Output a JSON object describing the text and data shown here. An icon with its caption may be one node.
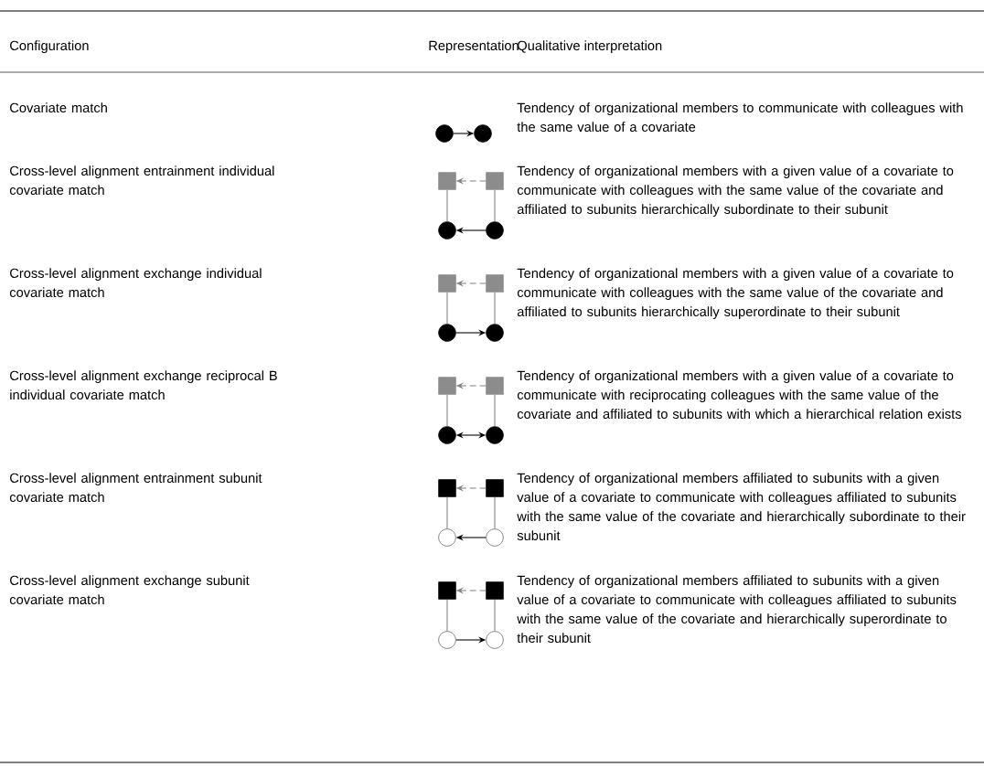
{
  "diagram": {
    "nodes": [
      {
        "text": [],
        "shape": "circle"
      },
      {
        "text": [],
        "shape": "circle"
      },
      {
        "text": [],
        "shape": "box"
      },
      {
        "text": [],
        "shape": "box"
      },
      {
        "text": [],
        "shape": "circle"
      },
      {
        "text": [],
        "shape": "circle"
      },
      {
        "text": [],
        "shape": "box"
      },
      {
        "text": [],
        "shape": "box"
      },
      {
        "text": [],
        "shape": "circle"
      },
      {
        "text": [],
        "shape": "circle"
      },
      {
        "text": [],
        "shape": "box"
      },
      {
        "text": [],
        "shape": "box"
      },
      {
        "text": [],
        "shape": "circle"
      },
      {
        "text": [],
        "shape": "circle"
      },
      {
        "text": [],
        "shape": "box"
      },
      {
        "text": [],
        "shape": "box"
      },
      {
        "text": [],
        "shape": "circle"
      },
      {
        "text": [],
        "shape": "circle"
      },
      {
        "text": [],
        "shape": "box"
      },
      {
        "text": [],
        "shape": "box"
      },
      {
        "text": [],
        "shape": "circle"
      },
      {
        "text": [],
        "shape": "circle"
      }
    ],
    "edges": [
      {
        "from": 0,
        "to": 1,
        "arrow": "to",
        "color": "#000000"
      },
      {
        "from": 3,
        "to": 2,
        "arrow": "to",
        "style": "dashed"
      },
      {
        "from": 2,
        "to": 4,
        "arrow": "none"
      },
      {
        "from": 3,
        "to": 5,
        "arrow": "none"
      },
      {
        "from": 5,
        "to": 4,
        "arrow": "to",
        "color": "#000000"
      },
      {
        "from": 7,
        "to": 6,
        "arrow": "to",
        "style": "dashed"
      },
      {
        "from": 6,
        "to": 8,
        "arrow": "none"
      },
      {
        "from": 7,
        "to": 9,
        "arrow": "none"
      },
      {
        "from": 8,
        "to": 9,
        "arrow": "to",
        "color": "#000000"
      },
      {
        "from": 11,
        "to": 10,
        "arrow": "to",
        "style": "dashed"
      },
      {
        "from": 10,
        "to": 12,
        "arrow": "none"
      },
      {
        "from": 11,
        "to": 13,
        "arrow": "none"
      },
      {
        "from": 12,
        "to": 13,
        "arrow": "both",
        "color": "#000000"
      },
      {
        "from": 15,
        "to": 14,
        "arrow": "to",
        "style": "dashed"
      },
      {
        "from": 14,
        "to": 16,
        "arrow": "none"
      },
      {
        "from": 15,
        "to": 17,
        "arrow": "none"
      },
      {
        "from": 17,
        "to": 16,
        "arrow": "to",
        "color": "#000000"
      },
      {
        "from": 19,
        "to": 18,
        "arrow": "to",
        "style": "dashed"
      },
      {
        "from": 18,
        "to": 20,
        "arrow": "none"
      },
      {
        "from": 19,
        "to": 21,
        "arrow": "none"
      },
      {
        "from": 20,
        "to": 21,
        "arrow": "to",
        "color": "#000000"
      }
    ],
    "labels": [
      "Configuration",
      "Representation",
      "Qualitative interpretation",
      "Covariate match",
      "Tendency of organizational members to communicate with colleagues with the same value of a covariate",
      "Cross-level alignment entrainment individual covariate match",
      "Tendency of organizational members with a given value of a covariate to communicate with colleagues with the same value of the covariate and affiliated to subunits hierarchically subordinate to their subunit",
      "Cross-level alignment exchange individual covariate match",
      "Tendency of organizational members with a given value of a covariate to communicate with colleagues with the same value of the covariate and affiliated to subunits hierarchically superordinate to their subunit",
      "Cross-level alignment exchange reciprocal B individual covariate match",
      "Tendency of organizational members with a given value of a covariate to communicate with reciprocating colleagues with the same value of the covariate and affiliated to subunits with which a hierarchical relation exists",
      "Cross-level alignment entrainment subunit covariate match",
      "Tendency of organizational members affiliated to subunits with a given value of a covariate to communicate with colleagues affiliated to subunits with the same value of the covariate and hierarchically subordinate to their subunit",
      "Cross-level alignment exchange subunit covariate match",
      "Tendency of organizational members affiliated to subunits with a given value of a covariate to communicate with colleagues affiliated to subunits with the same value of the covariate and hierarchically superordinate to their subunit"
    ]
  }
}
